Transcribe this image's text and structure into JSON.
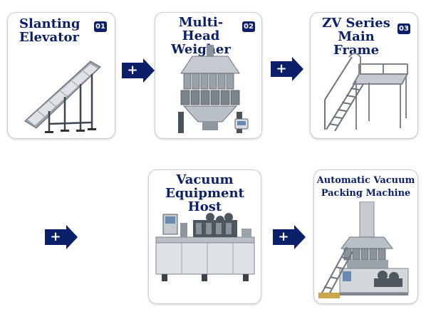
{
  "steps": [
    {
      "title_line1": "Slanting",
      "title_line2": "Elevator",
      "number": "01"
    },
    {
      "title_line1": "Multi-Head",
      "title_line2": "Weigher",
      "number": "02"
    },
    {
      "title_line1": "ZV Series",
      "title_line2": "Main Frame",
      "number": "03"
    },
    {
      "title_line1": "Vacuum",
      "title_line2": "Equipment Host",
      "number": ""
    },
    {
      "title_line1": "Automatic Vacuum",
      "title_line2": "Packing Machine",
      "number": ""
    }
  ],
  "connector_symbol": "+",
  "colors": {
    "navy": "#0b1f6b",
    "card_border": "#c9ced6"
  },
  "icons": [
    "plus-arrow-icon",
    "slanting-elevator-illustration",
    "multi-head-weigher-illustration",
    "platform-frame-illustration",
    "vacuum-host-illustration",
    "packing-machine-illustration"
  ]
}
